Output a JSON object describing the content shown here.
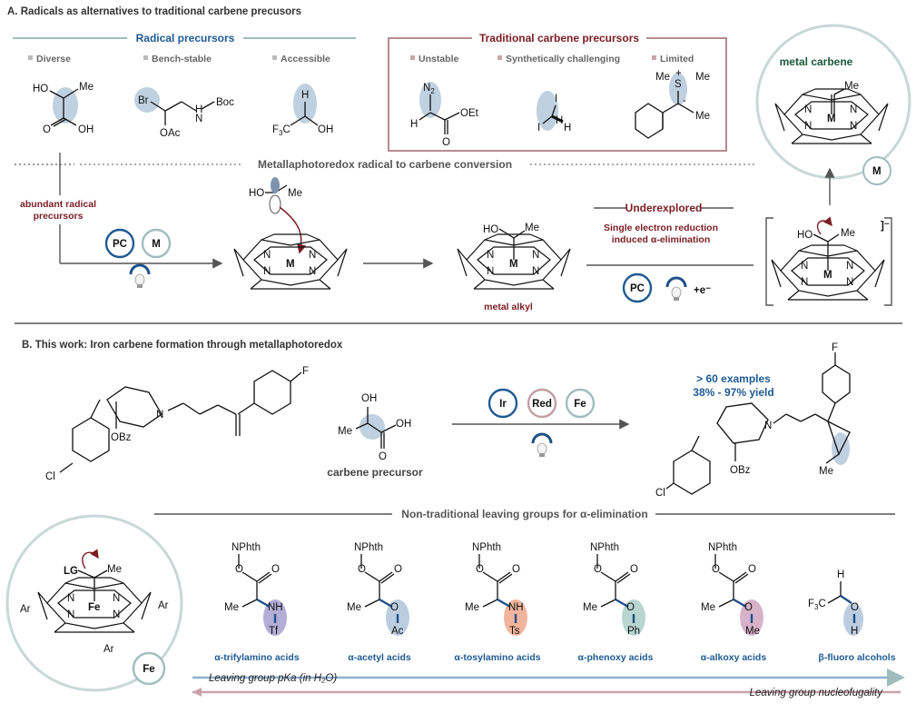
{
  "sectionA": {
    "title": "A. Radicals as alternatives to traditional carbene precusors",
    "radical_precursors": {
      "heading": "Radical precursors",
      "bullets": [
        "Diverse",
        "Bench-stable",
        "Accessible"
      ]
    },
    "traditional": {
      "heading": "Traditional carbene precursors",
      "bullets": [
        "Unstable",
        "Synthetically challenging",
        "Limited"
      ]
    },
    "metal_carbene": "metal carbene",
    "conversion_title": "Metallaphotoredox radical to carbene conversion",
    "abundant_label": [
      "abundant radical",
      "precursors"
    ],
    "metal_alkyl": "metal alkyl",
    "underexplored": "Underexplored",
    "ser_text": [
      "Single electron reduction",
      "induced α-elimination"
    ],
    "badges": {
      "pc": "PC",
      "m": "M"
    },
    "electron": "+e⁻",
    "anion": "]⁻"
  },
  "sectionB": {
    "title": "B. This work: Iron carbene formation through metallaphotoredox",
    "carbene_precursor": "carbene precursor",
    "badges": [
      "Ir",
      "Red",
      "Fe"
    ],
    "examples": "> 60 examples",
    "yield": "38% - 97% yield",
    "nontrad_title": "Non-traditional leaving groups for α-elimination",
    "fe_badge": "Fe",
    "leaving_groups": [
      {
        "label": "α-trifylamino acids",
        "group": "Tf",
        "atom": "NH",
        "color": "#b4aed6"
      },
      {
        "label": "α-acetyl acids",
        "group": "Ac",
        "atom": "O",
        "color": "#bccde0"
      },
      {
        "label": "α-tosylamino acids",
        "group": "Ts",
        "atom": "NH",
        "color": "#f1b49c"
      },
      {
        "label": "α-phenoxy acids",
        "group": "Ph",
        "atom": "O",
        "color": "#b9d5cf"
      },
      {
        "label": "α-alkoxy acids",
        "group": "Me",
        "atom": "O",
        "color": "#d7b2c9"
      },
      {
        "label": "β-fluoro alcohols",
        "group": "H",
        "atom": "O",
        "color": "#bccde0"
      }
    ],
    "pka_axis": "Leaving group pKa (in H₂O)",
    "nuc_axis": "Leaving group nucleofugality"
  },
  "colors": {
    "blue": "#1f5a92",
    "red": "#7a1d24",
    "teal": "#9fbdbb"
  }
}
